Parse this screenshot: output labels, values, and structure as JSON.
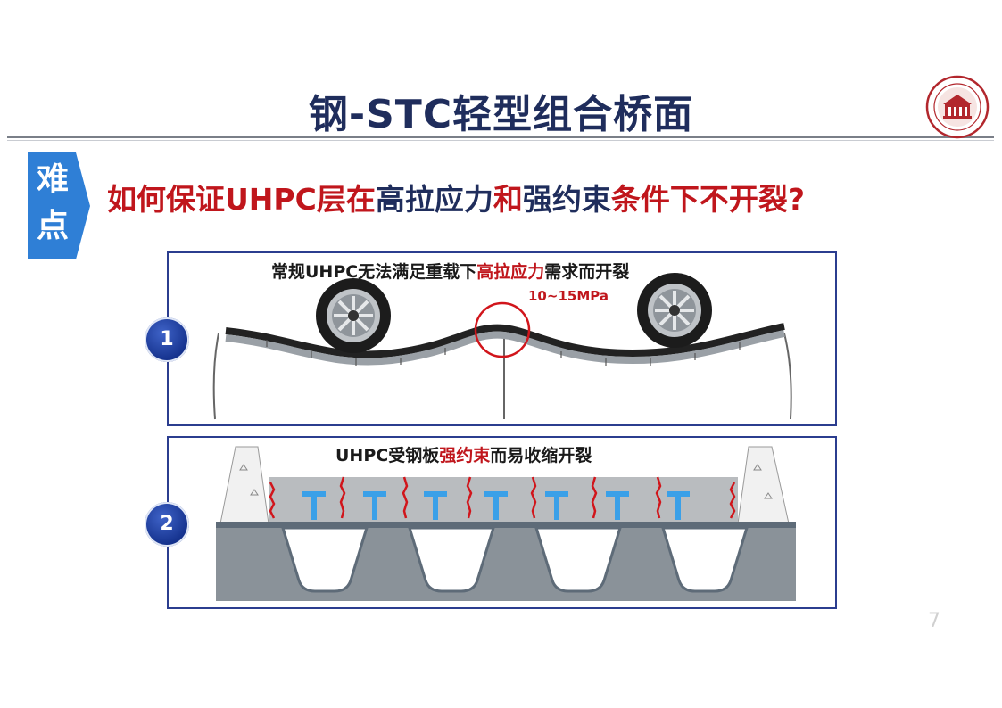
{
  "slide": {
    "title": "钢-STC轻型组合桥面",
    "tag": [
      "难",
      "点"
    ],
    "question": {
      "p1": "如何保证UHPC层在",
      "p2": "高拉应力",
      "p3": "和",
      "p4": "强约束",
      "p5": "条件下不开裂?"
    },
    "panel1": {
      "number": "1",
      "caption_pre": "常规UHPC无法满足重载下",
      "caption_hl": "高拉应力",
      "caption_post": "需求而开裂",
      "stress": "10~15MPa"
    },
    "panel2": {
      "number": "2",
      "caption_pre": "UHPC受钢板",
      "caption_hl": "强约束",
      "caption_post": "而易收缩开裂"
    },
    "page_number": "7"
  },
  "colors": {
    "title_navy": "#1f2d5c",
    "accent_red": "#c0161c",
    "tag_blue": "#2f7fd6",
    "panel_border": "#2b3d8f",
    "steel_grey": "#8a9299",
    "uhpc_grey": "#b9bcbf",
    "stud_blue": "#3aa0e8"
  },
  "icons": [
    "university-seal-logo",
    "tire-icon",
    "stud-icon",
    "crack-icon"
  ]
}
